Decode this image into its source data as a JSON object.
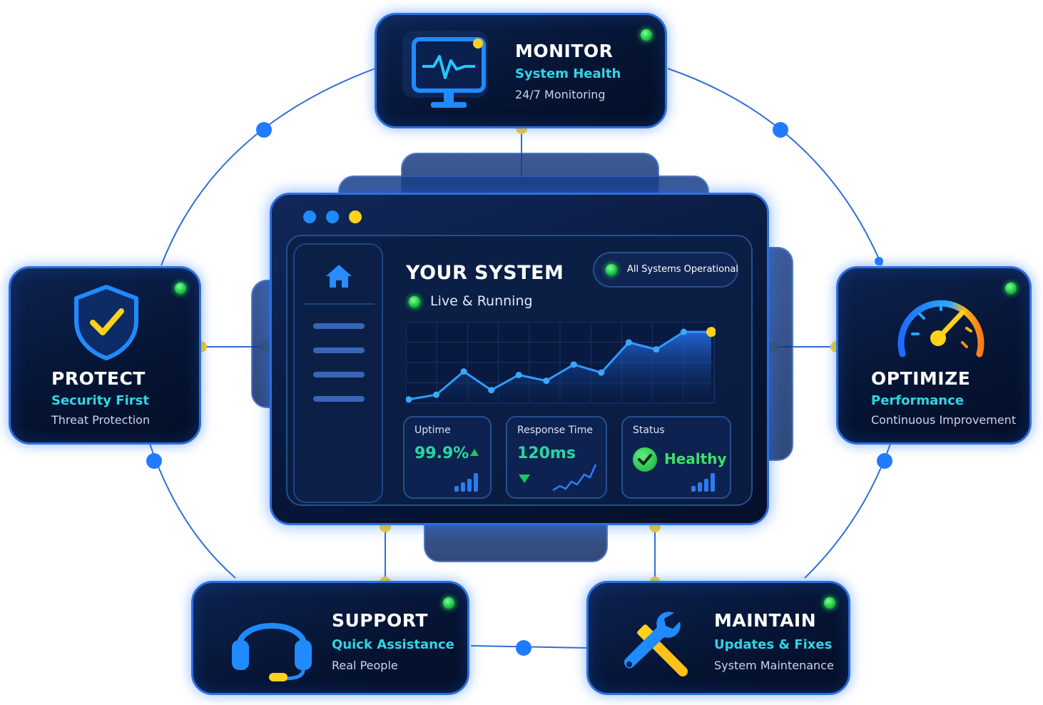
{
  "colors": {
    "accent_blue": "#2a6fe0",
    "cyan_subtitle": "#2fd6e6",
    "status_green": "#22c55e",
    "connector_yellow": "#ffd21a",
    "panel_dark": "#061535"
  },
  "nodes": {
    "monitor": {
      "title": "MONITOR",
      "subtitle": "System Health",
      "description": "24/7 Monitoring",
      "icon": "monitor-heartbeat-icon"
    },
    "protect": {
      "title": "PROTECT",
      "subtitle": "Security First",
      "description": "Threat Protection",
      "icon": "shield-check-icon"
    },
    "optimize": {
      "title": "OPTIMIZE",
      "subtitle": "Performance",
      "description": "Continuous Improvement",
      "icon": "speedometer-icon"
    },
    "support": {
      "title": "SUPPORT",
      "subtitle": "Quick Assistance",
      "description": "Real People",
      "icon": "headset-icon"
    },
    "maintain": {
      "title": "MAINTAIN",
      "subtitle": "Updates & Fixes",
      "description": "System Maintenance",
      "icon": "wrench-screwdriver-icon"
    }
  },
  "dashboard": {
    "title": "YOUR SYSTEM",
    "live_status": "Live & Running",
    "ops_badge": "All Systems Operational",
    "sidebar_icon": "home-icon",
    "metrics": {
      "uptime": {
        "label": "Uptime",
        "value": "99.9%"
      },
      "response": {
        "label": "Response Time",
        "value": "120ms"
      },
      "status": {
        "label": "Status",
        "value": "Healthy"
      }
    }
  },
  "chart_data": {
    "type": "area",
    "title": "",
    "xlabel": "",
    "ylabel": "",
    "x": [
      1,
      2,
      3,
      4,
      5,
      6,
      7,
      8,
      9,
      10,
      11,
      12
    ],
    "series": [
      {
        "values": [
          2,
          6,
          26,
          10,
          23,
          18,
          32,
          25,
          51,
          45,
          60,
          60
        ]
      }
    ],
    "highlighted_point": {
      "x": 12,
      "value": 60
    },
    "ylim": [
      0,
      65
    ],
    "grid": true,
    "legend": "none"
  }
}
